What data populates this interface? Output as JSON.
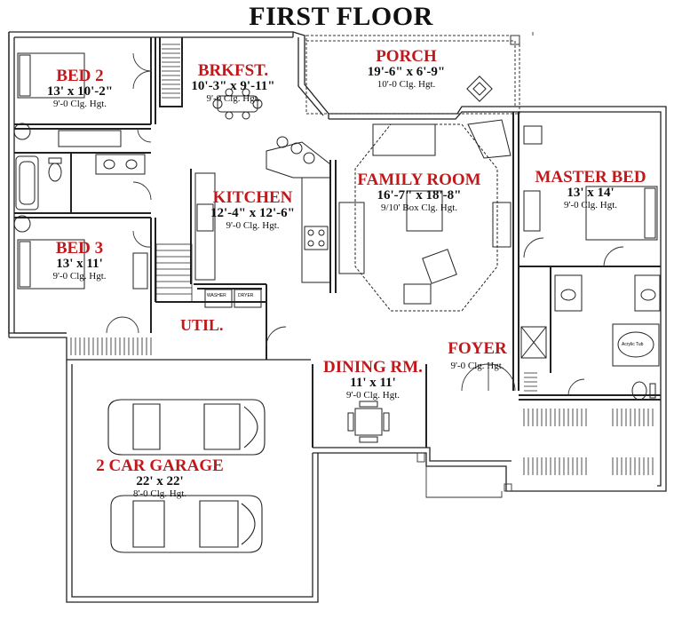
{
  "title": "FIRST FLOOR",
  "colors": {
    "room_name": "#c0181b",
    "walls": "#222222",
    "background": "#ffffff"
  },
  "rooms": [
    {
      "id": "bed2",
      "name": "BED 2",
      "dim": "13' x 10'-2\"",
      "clg": "9'-0 Clg. Hgt."
    },
    {
      "id": "brkfst",
      "name": "BRKFST.",
      "dim": "10'-3\" x 9'-11\"",
      "clg": "9'-0 Clg. Hgt."
    },
    {
      "id": "porch",
      "name": "PORCH",
      "dim": "19'-6\" x 6'-9\"",
      "clg": "10'-0 Clg. Hgt."
    },
    {
      "id": "kitchen",
      "name": "KITCHEN",
      "dim": "12'-4\" x 12'-6\"",
      "clg": "9'-0 Clg. Hgt."
    },
    {
      "id": "family",
      "name": "FAMILY ROOM",
      "dim": "16'-7\" x 18'-8\"",
      "clg": "9/10' Box Clg. Hgt."
    },
    {
      "id": "master",
      "name": "MASTER BED",
      "dim": "13' x 14'",
      "clg": "9'-0 Clg. Hgt."
    },
    {
      "id": "bed3",
      "name": "BED 3",
      "dim": "13' x 11'",
      "clg": "9'-0 Clg. Hgt."
    },
    {
      "id": "dining",
      "name": "DINING RM.",
      "dim": "11' x 11'",
      "clg": "9'-0 Clg. Hgt."
    },
    {
      "id": "foyer",
      "name": "FOYER",
      "dim": "",
      "clg": "9'-0 Clg. Hgt."
    },
    {
      "id": "garage",
      "name": "2 CAR GARAGE",
      "dim": "22' x 22'",
      "clg": "8'-0 Clg. Hgt."
    }
  ],
  "util": {
    "name": "UTIL."
  },
  "appliances": {
    "washer": "WASHER",
    "dryer": "DRYER",
    "tub": "Acrylic Tub"
  }
}
